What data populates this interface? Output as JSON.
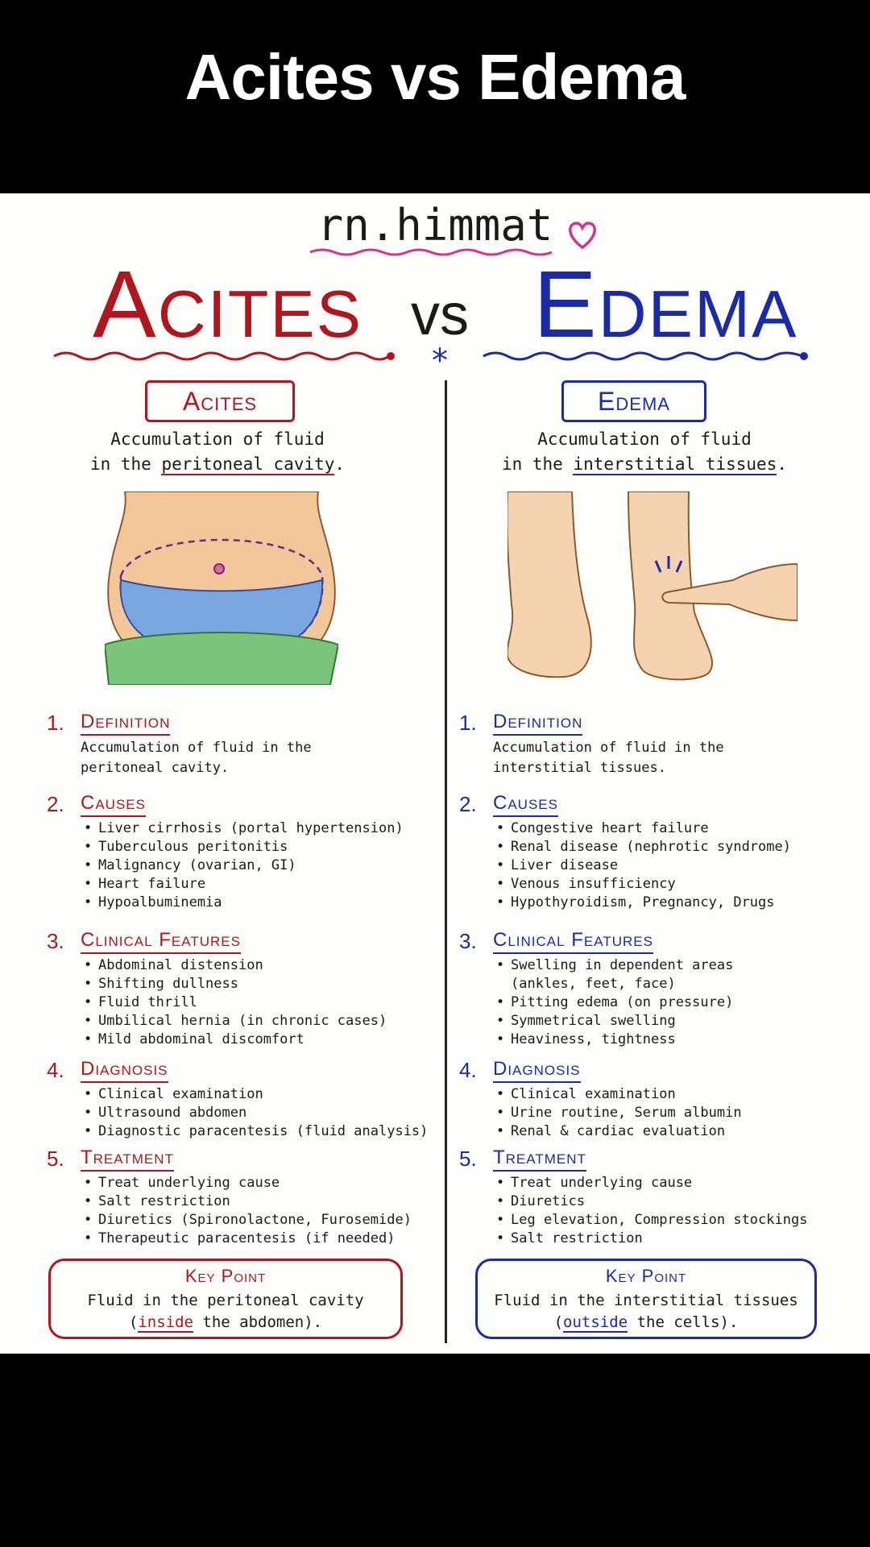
{
  "header": {
    "title": "Acites vs Edema"
  },
  "sheet": {
    "handle": "rn.himmat",
    "title_left": "Acites",
    "vs": "vs",
    "title_right": "Edema"
  },
  "colors": {
    "left_accent": "#b0161e",
    "right_accent": "#1b2aa6"
  },
  "left": {
    "label": "Acites",
    "summary_line1": "Accumulation of fluid",
    "summary_pre": "in the ",
    "summary_ul": "peritoneal cavity",
    "summary_post": ".",
    "sections": [
      {
        "num": "1.",
        "title": "Definition",
        "text": [
          "Accumulation of fluid in the",
          "peritoneal cavity."
        ]
      },
      {
        "num": "2.",
        "title": "Causes",
        "items": [
          "Liver cirrhosis (portal hypertension)",
          "Tuberculous peritonitis",
          "Malignancy (ovarian, GI)",
          "Heart failure",
          "Hypoalbuminemia"
        ]
      },
      {
        "num": "3.",
        "title": "Clinical Features",
        "items": [
          "Abdominal distension",
          "Shifting dullness",
          "Fluid thrill",
          "Umbilical hernia (in chronic cases)",
          "Mild abdominal discomfort"
        ]
      },
      {
        "num": "4.",
        "title": "Diagnosis",
        "items": [
          "Clinical examination",
          "Ultrasound abdomen",
          "Diagnostic paracentesis (fluid analysis)"
        ]
      },
      {
        "num": "5.",
        "title": "Treatment",
        "items": [
          "Treat underlying cause",
          "Salt restriction",
          "Diuretics (Spironolactone, Furosemide)",
          "Therapeutic paracentesis (if needed)"
        ]
      }
    ],
    "key_title": "Key Point",
    "key_line1": "Fluid in the peritoneal cavity",
    "key_open": "(",
    "key_em": "inside",
    "key_rest": " the abdomen)."
  },
  "right": {
    "label": "Edema",
    "summary_line1": "Accumulation of fluid",
    "summary_pre": "in the ",
    "summary_ul": "interstitial tissues",
    "summary_post": ".",
    "sections": [
      {
        "num": "1.",
        "title": "Definition",
        "text": [
          "Accumulation of fluid in the",
          "interstitial tissues."
        ]
      },
      {
        "num": "2.",
        "title": "Causes",
        "items": [
          "Congestive heart failure",
          "Renal disease (nephrotic syndrome)",
          "Liver disease",
          "Venous insufficiency",
          "Hypothyroidism, Pregnancy, Drugs"
        ]
      },
      {
        "num": "3.",
        "title": "Clinical Features",
        "items": [
          "Swelling in dependent areas",
          "Pitting edema (on pressure)",
          "Symmetrical swelling",
          "Heaviness, tightness"
        ],
        "item0_cont": "(ankles, feet, face)"
      },
      {
        "num": "4.",
        "title": "Diagnosis",
        "items": [
          "Clinical examination",
          "Urine routine, Serum albumin",
          "Renal & cardiac evaluation"
        ]
      },
      {
        "num": "5.",
        "title": "Treatment",
        "items": [
          "Treat underlying cause",
          "Diuretics",
          "Leg elevation, Compression stockings",
          "Salt restriction"
        ]
      }
    ],
    "key_title": "Key Point",
    "key_line1": "Fluid in the interstitial tissues",
    "key_open": "(",
    "key_em": "outside",
    "key_rest": " the cells)."
  }
}
